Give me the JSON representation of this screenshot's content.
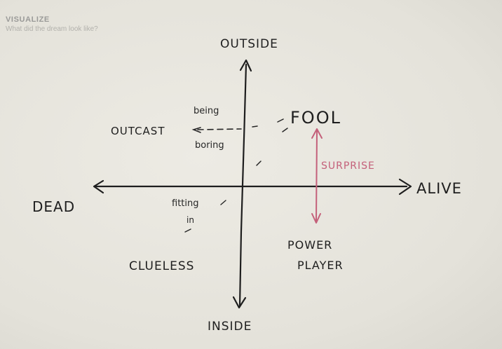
{
  "header": {
    "title": "VISUALIZE",
    "subtitle": "What did the dream look like?"
  },
  "axes": {
    "top": "OUTSIDE",
    "bottom": "INSIDE",
    "left": "DEAD",
    "right": "ALIVE"
  },
  "quadrants": {
    "outcast": "OUTCAST",
    "fool": "FOOL",
    "clueless": "CLUELESS",
    "power_player_line1": "POWER",
    "power_player_line2": "PLAYER"
  },
  "notes": {
    "being": "being",
    "boring": "boring",
    "fitting": "fitting",
    "in": "in"
  },
  "surprise": {
    "label": "SURPRISE",
    "color": "#c4607a"
  }
}
